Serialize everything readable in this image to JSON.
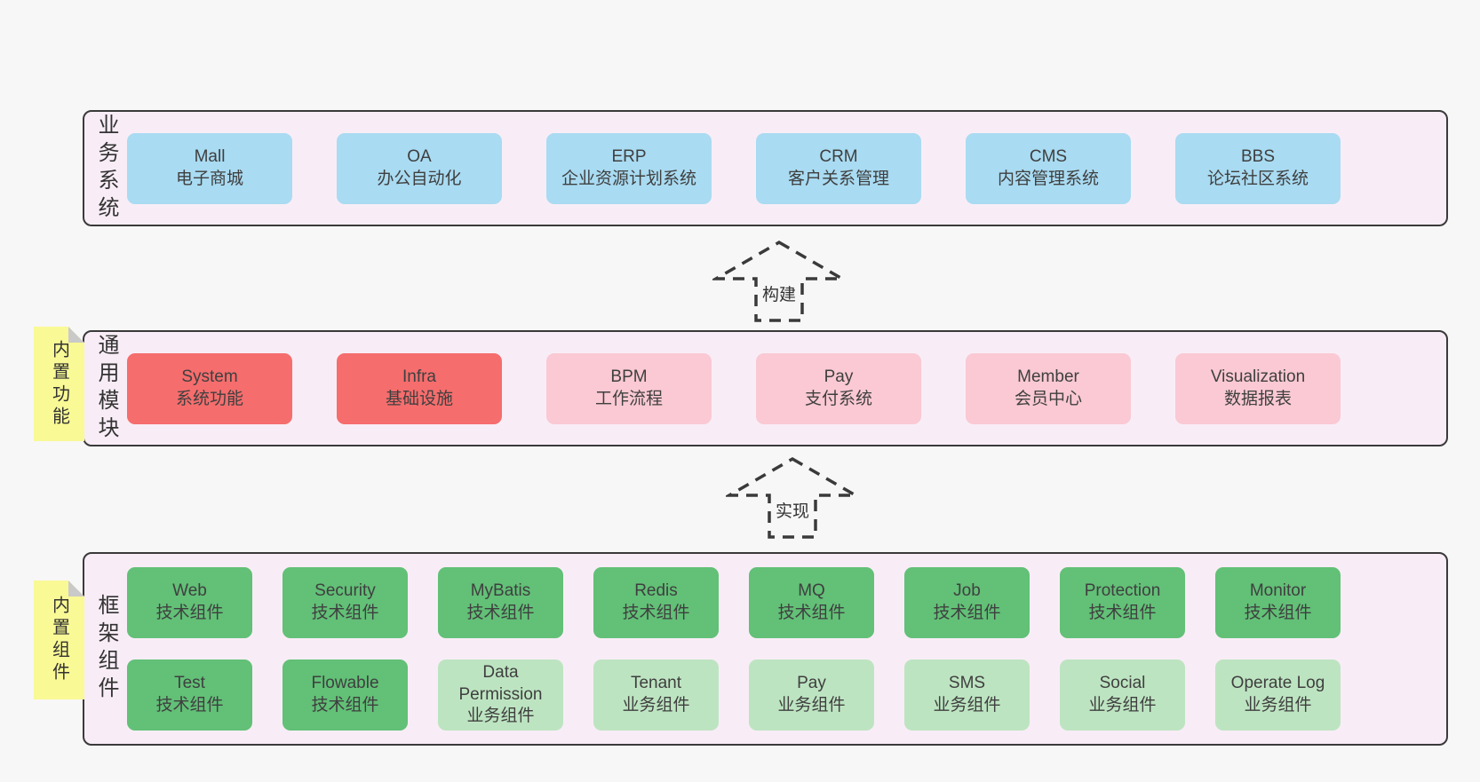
{
  "palette": {
    "page_bg": "#f7f7f7",
    "band_bg": "#f8edf6",
    "border": "#3a3a3a",
    "text": "#3a3a3a",
    "blue": "#a9dbf2",
    "red": "#f56d6d",
    "pink": "#fac9d3",
    "green_dark": "#62c077",
    "green_light": "#bde4c1",
    "note_yellow": "#f9f996",
    "note_fold": "#c9c9c9"
  },
  "bands": [
    {
      "label": "业务系统",
      "rows": [
        [
          {
            "en": "Mall",
            "zh": "电子商城"
          },
          {
            "en": "OA",
            "zh": "办公自动化"
          },
          {
            "en": "ERP",
            "zh": "企业资源计划系统"
          },
          {
            "en": "CRM",
            "zh": "客户关系管理"
          },
          {
            "en": "CMS",
            "zh": "内容管理系统"
          },
          {
            "en": "BBS",
            "zh": "论坛社区系统"
          }
        ]
      ]
    },
    {
      "label": "通用模块",
      "note": "内置功能",
      "rows": [
        [
          {
            "en": "System",
            "zh": "系统功能"
          },
          {
            "en": "Infra",
            "zh": "基础设施"
          },
          {
            "en": "BPM",
            "zh": "工作流程"
          },
          {
            "en": "Pay",
            "zh": "支付系统"
          },
          {
            "en": "Member",
            "zh": "会员中心"
          },
          {
            "en": "Visualization",
            "zh": "数据报表"
          }
        ]
      ]
    },
    {
      "label": "框架组件",
      "note": "内置组件",
      "rows": [
        [
          {
            "en": "Web",
            "zh": "技术组件"
          },
          {
            "en": "Security",
            "zh": "技术组件"
          },
          {
            "en": "MyBatis",
            "zh": "技术组件"
          },
          {
            "en": "Redis",
            "zh": "技术组件"
          },
          {
            "en": "MQ",
            "zh": "技术组件"
          },
          {
            "en": "Job",
            "zh": "技术组件"
          },
          {
            "en": "Protection",
            "zh": "技术组件"
          },
          {
            "en": "Monitor",
            "zh": "技术组件"
          }
        ],
        [
          {
            "en": "Test",
            "zh": "技术组件"
          },
          {
            "en": "Flowable",
            "zh": "技术组件"
          },
          {
            "en": "Data Permission",
            "zh": "业务组件"
          },
          {
            "en": "Tenant",
            "zh": "业务组件"
          },
          {
            "en": "Pay",
            "zh": "业务组件"
          },
          {
            "en": "SMS",
            "zh": "业务组件"
          },
          {
            "en": "Social",
            "zh": "业务组件"
          },
          {
            "en": "Operate Log",
            "zh": "业务组件"
          }
        ]
      ]
    }
  ],
  "arrows": [
    {
      "label": "构建"
    },
    {
      "label": "实现"
    }
  ]
}
